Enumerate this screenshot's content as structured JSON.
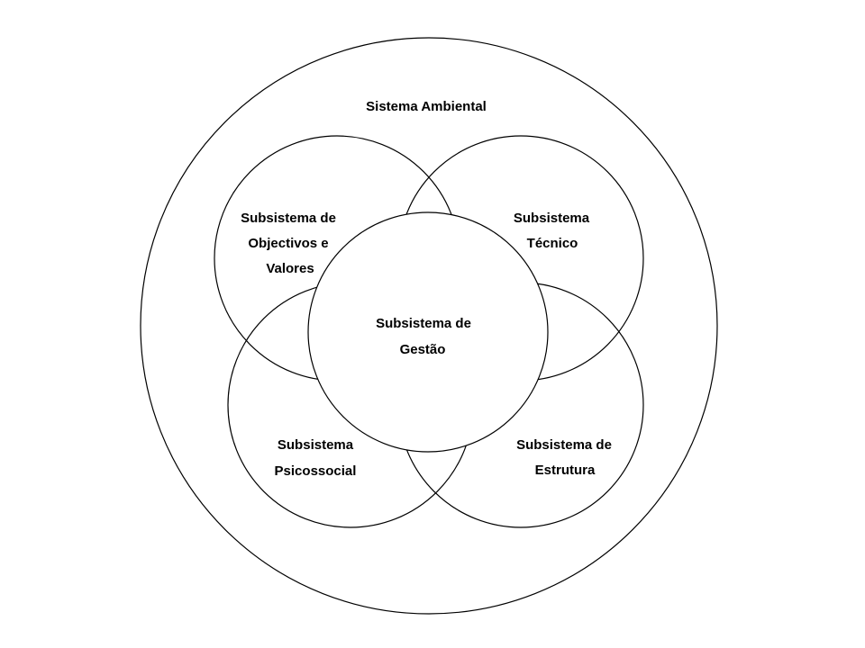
{
  "diagram": {
    "outer": {
      "label": "Sistema Ambiental"
    },
    "objectives": {
      "line1": "Subsistema de",
      "line2": "Objectivos e",
      "line3": "Valores"
    },
    "technical": {
      "line1": "Subsistema",
      "line2": "Técnico"
    },
    "psychosocial": {
      "line1": "Subsistema",
      "line2": "Psicossocial"
    },
    "structure": {
      "line1": "Subsistema de",
      "line2": "Estrutura"
    },
    "management": {
      "line1": "Subsistema de",
      "line2": "Gestão"
    }
  }
}
